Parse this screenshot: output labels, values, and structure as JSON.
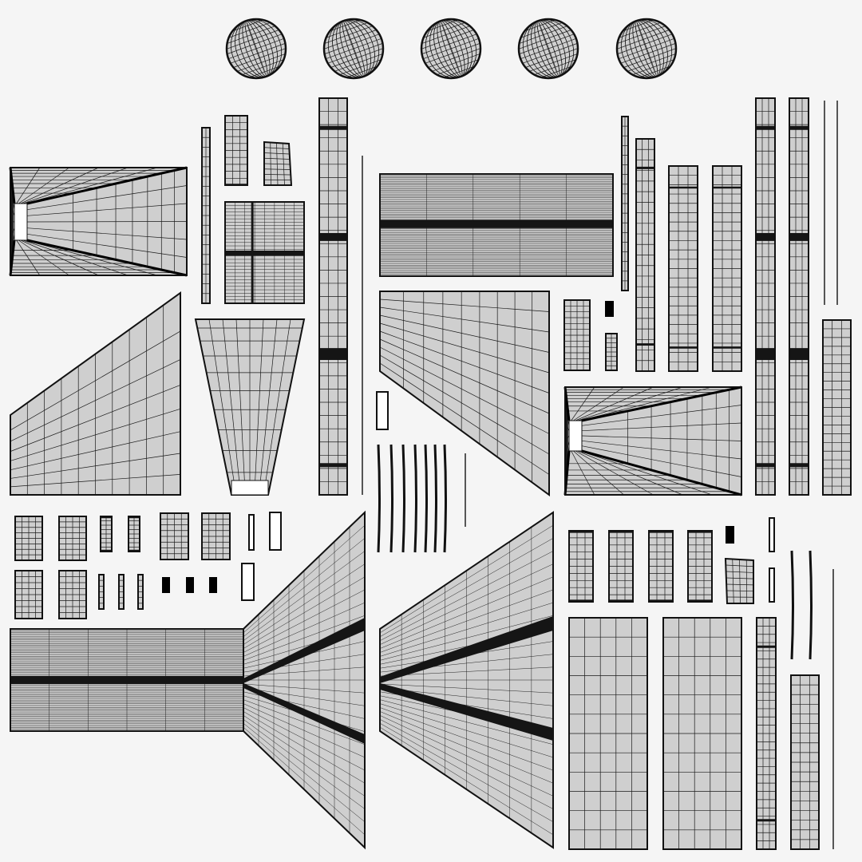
{
  "view": "uv-layout",
  "colors": {
    "background": "#f5f5f5",
    "island_fill": "#cfcfcf",
    "wireframe": "#111111"
  },
  "islands": {
    "spheres": 5,
    "quads_total": 58
  }
}
